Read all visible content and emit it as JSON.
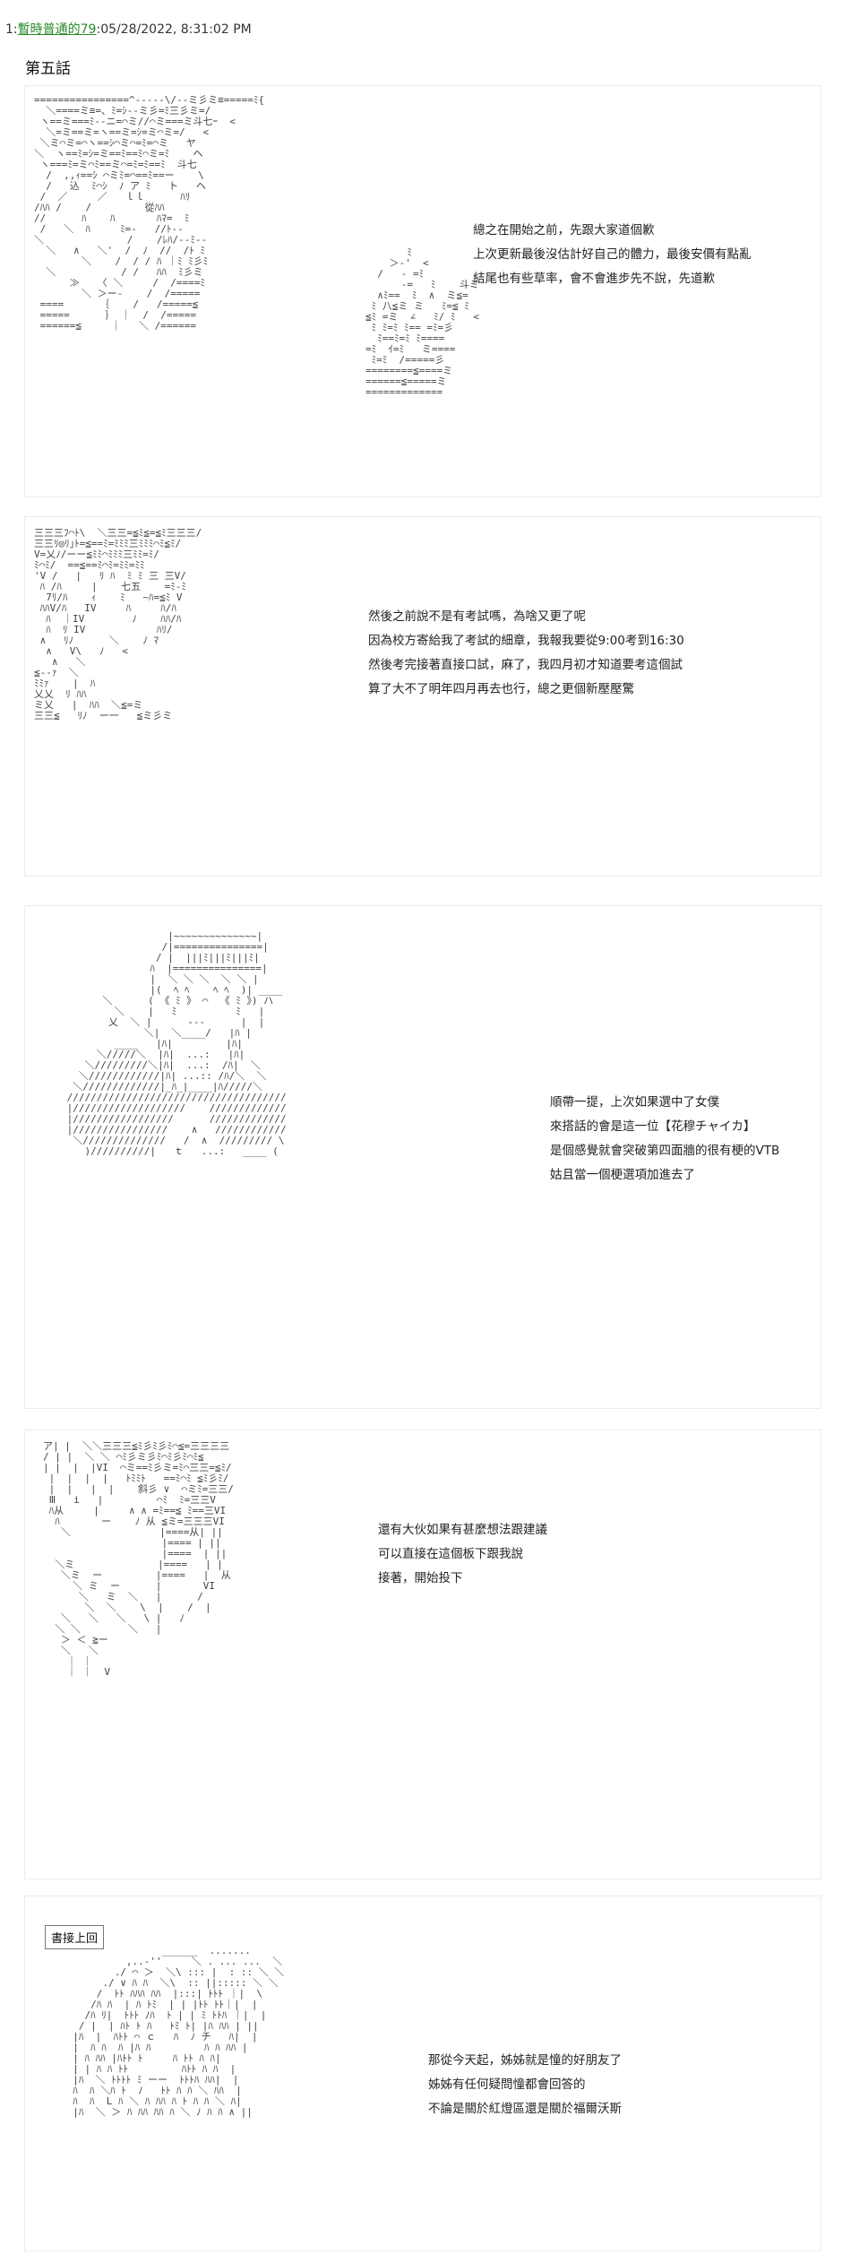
{
  "post": {
    "number": "1",
    "author": "暫時普通的79",
    "timestamp": "05/28/2022, 8:31:02 PM",
    "title": "第五話"
  },
  "panels": [
    {
      "art": "================^-----\\/--ミ彡ミ≡=====ﾐ{\n  ＼====ミ≡=、ﾐ=ｼ--ミ彡=ﾐ三彡ミ=/\n ヽ==ミ===ﾐ--ニ=⌒ミ//⌒ミ===ミ斗七ｰ  <\n  ＼=ミ==ミ=ヽ==ミ=ｼ=ミ⌒ミ=/   <\n ＼ミ⌒ミ=⌒ヽ==ｼ⌒ミ⌒=ﾐ=⌒ミ   ヤ\n＼  ヽ==ﾐ=ｼ=ミ==ﾐ==ﾐ⌒ミ=ﾐ    ヘ\n ヽ===ﾐ=ミ⌒ﾐ==ミ⌒=ﾐ=ﾐ==ﾐ  斗七\n  /  ,,ｨ==ｼ ⌒ミﾐ=⌒==ﾐ==ー    \\\n  /   込  ﾐ⌒ｼ  ﾉ ア ﾐ   ト   ヘ\n /  ／     ／   ｌｌ      ﾊﾘ\n/ﾊﾊ /    /         從ﾊﾊ\n//      ﾊ    ﾊ       ﾊﾏ=  ﾐ\n /   ＼  ﾊ     ﾐ=‐   //ﾄ-‐\n＼              /    /ﾚﾊ/--ﾐ-‐\n  ＼   ∧   ＼'  /  ﾉ  //  /ﾄ ﾐ\n        ＼    /  / / ﾊ ｜ﾐ ﾐ彡ﾐ\n  ＼           / /   ﾊﾊ  ﾐ彡ミ\n      ≫   〈 ＼     /  /====ﾐ\n        ＼ ＞ー-    /  /=====\n ====      ｛    /   /=====≦\n =====      ｝ ｜  /  /=====\n ======≦     ｜   ＼ /======",
      "art2": "       ﾐ\n    ＞‐'  <\n  /   ‐ =ﾐ\n      ‐=   ﾐ    斗ミ\n  ∧ﾐ==  ﾐ  ∧  ミ≦=\n ﾐ 八≦ミ ミ   ﾐ=≦ ﾐ\n≦ﾐ =ミ  ∠   ﾐ/ ﾐ   <\n ﾐ ﾐ=ﾐ ﾐ== =ﾐ=彡\n  ﾐ==ﾐ=ﾐ ﾐ====\n=ﾐ  ｲ=ﾐ   ミ====\n ﾐ=ﾐ  /=====彡\n========≦====ミ\n======≦=====ミ\n=============",
      "lines": [
        "總之在開始之前，先跟大家道個歉",
        "上次更新最後沒估計好自己的體力，最後安價有點亂",
        "結尾也有些草率，會不會進步先不說，先道歉"
      ]
    },
    {
      "art": "三三三ﾌ⌒ﾄ\\  ＼三三=≦ﾐ≦=≦ﾐ三三三/\n三三ﾘ◎ﾘ｣ﾄ=≦==ﾐ=ﾐﾐﾐ三ﾐﾐﾐ⌒ﾐ≦ﾐ/\nV=乂ﾉ/ーー≦ﾐﾐ⌒ﾐﾐﾐ三ﾐﾐ=ﾐ/\nﾐ⌒ﾐ/  ==≦==ﾐ⌒ﾐ=ﾐﾐ=ﾐﾐ\n'V /   |   ﾘ ﾊ  ﾐ ﾐ 三 三V/\n ﾊ /ﾊ     |    七五    =ﾐ-ﾐ\n  7ﾘ/ﾊ    ｨ    ﾐ   ~ﾊ=≦ﾐ V\n ﾊﾊV/ﾊ   IV     ﾊ     ﾊ/ﾊ\n  ﾊ  ｜IV        ﾉ    ﾊﾊ/ﾊ\n  ﾊ  ﾘ IV            ﾊﾘ/\n ∧   ﾘﾉ      ＼    ﾉ ﾏ\n  ∧   V\\   ﾉ   <\n   ∧   ＼\n≦--ｧ  ＼\nﾐﾐｧ    |  ﾊ\n乂乂  ﾘ ﾊﾊ\nミ乂   |  ﾊﾊ  ＼≦=ミ\n三三≦   ﾘﾉ  ー一   ≦ミ彡ミ",
      "lines": [
        "然後之前說不是有考試嗎，為啥又更了呢",
        "因為校方寄給我了考試的細章，我報我要從9:00考到16:30",
        "然後考完接著直接口試，麻了，我四月初才知道要考這個試",
        "算了大不了明年四月再去也行，總之更個新壓壓驚"
      ]
    },
    {
      "art": "                  |~~~~~~~~~~~~~~|\n                 /|===============|\n                / |  |||ﾐ|||ﾐ|||ﾐ|\n               ﾊ  |===============|\n               |  ＼ ＼ ＼  ＼ ＼ |\n               |(  ﾍ ﾍ    ﾍ ﾍ  )| ____\n       ＼      ( 《 ﾐ 》 ⌒  《 ﾐ 》) ハ\n         ＼    |   ﾐ          ﾐ   |\n        乂  ＼ |      ---      |  |\n              ＼|  ＼____/   |ﾊ |\n         ____   |ﾊ|         |ﾊ|\n      ＼/////＼  |ﾊ|  ...:   |ﾊ|\n    ＼/////////＼|ﾊ|  ...:  /ﾊ|  ＼\n   ＼////////////|ﾊ| ...:: /ﾊ/＼  ＼\n  ＼/////////////|_ﾊ_|____|ﾊ/////＼\n /////////////////////////////////////\n |///////////////////    /////////////\n |/////////////////      /////////////\n |////////////////    ∧   ////////////\n  ＼//////////////   /  ∧  ///////// \\\n    )//////////|   ｔ   ...:   ____ (",
      "lines": [
        "順帶一提，上次如果選中了女僕",
        "來搭話的會是這一位【花穆チャイカ】",
        "是個感覺就會突破第四面牆的很有梗的VTB",
        "姑且當一個梗選項加進去了"
      ]
    },
    {
      "art": "ア| |  ＼＼三三三≦ﾐ彡ﾐ彡ﾐ⌒≦=三三三三\n/ | |  ＼ ＼ ⌒ﾐ彡ミ彡ﾐ⌒ﾐ彡ﾐ⌒ﾐ≦\n| |  |  |VI  ⌒ミ==ﾐ彡ミ=ﾐ⌒三三=≦ﾐ/\n |  |  |  |   ﾄﾐﾐﾄ   ==ﾐ⌒ﾐ ≦ﾐ彡ﾐ/\n |  |   |  |    斜彡 ∨  ⌒ミﾐ=三三/\n Ⅲ   i   |         ⌒ﾐ  ﾐ=三三V\n ﾊ从     |     ∧ ∧ =ﾐ==≦ ﾐ==三VI\n  ﾊ       ー    ﾉ 从 ≦ミ=三三三VI\n   ＼               |====从| ||\n                    |==== | ||\n                    |====  | ||\n  ＼ミ              |====   | |\n   ＼ミ  ー         |====   |  从\n     ＼ ミ  ー      |       VI\n      ＼   ミ  ＼   |      /\n       ＼  ＼    \\  |    /  |\n   ＼   ＼   ＼   \\ |   ﾉ\n  ＼ ＼        ＼   |\n   ＞ ＜ ≧ー\n   ＼   ＼\n    ｜ ｜\n    ｜ ｜  V",
      "lines": [
        "還有大伙如果有甚麼想法跟建議",
        "可以直接在這個板下跟我說",
        "接著，開始投下"
      ]
    },
    {
      "label": "書接上回",
      "art": "                 ______  .......\n           ,..-''     ＼ . ... ...  ＼\n         ./ ⌒ ＞  ＼\\ ::: |  : :: ＼ ＼\n       ./ ∨ ﾊ ﾊ  ＼\\  :: ||::::: ＼ ＼\n      /  ﾄﾄ ﾊﾊﾊ ﾊﾊ  |:::| ﾄﾄﾄ ｜|  \\\n     /ﾊ ﾊ  | ﾊ ﾄﾐ  | | |ﾄﾄ ﾄﾄ｜|  |\n    /ﾊ ﾘ|  ﾄﾄﾄ ﾉﾊ  ﾄ | | ﾐ ﾄﾄﾊ ｜|  |\n   / |  | ﾊﾄ ﾄ ﾊ   ﾄﾐ ﾄ| |ﾊ ﾊﾊ | ||\n  |ﾊ  |  ﾊﾄﾄ ⌒ ｃ   ﾊ  ﾉ チ   ﾊ|  |\n  |  ﾊ ﾊ  ﾊ |ﾊ ﾊ         ﾊ ﾊ ﾊﾊ |\n  | ﾊ ﾊﾊ |ﾊﾄﾄ ﾄ     ﾊ ﾄﾄ ﾊ ﾊ|\n  | | ﾊ ﾊ ﾄﾄ         ﾊﾄﾄ ﾊ ﾊ  |\n  |ﾊ  ＼ ﾄﾄﾄﾄ ﾐ ーー  ﾄﾄﾄﾊ ﾊﾊ|  |\n  ﾊ  ﾊ ＼ﾊ ﾄ  ﾉ   ﾄﾄ ﾊ ﾊ ＼ ﾊﾊ  |\n  ﾊ  ﾊ  L ﾊ ＼ ﾊ ﾊﾊ ﾊ ﾄ ﾊ ﾊ ＼ ﾊ|\n  |ﾊ  ＼ ＞ ﾊ ﾊﾊ ﾊﾊ ﾊ ＼ ﾉ ﾊ ﾊ ∧ ||",
      "lines": [
        "那從今天起，姊姊就是憧的好朋友了",
        "姊姊有任何疑問憧都會回答的",
        "不論是關於紅燈區還是關於福爾沃斯"
      ]
    }
  ]
}
